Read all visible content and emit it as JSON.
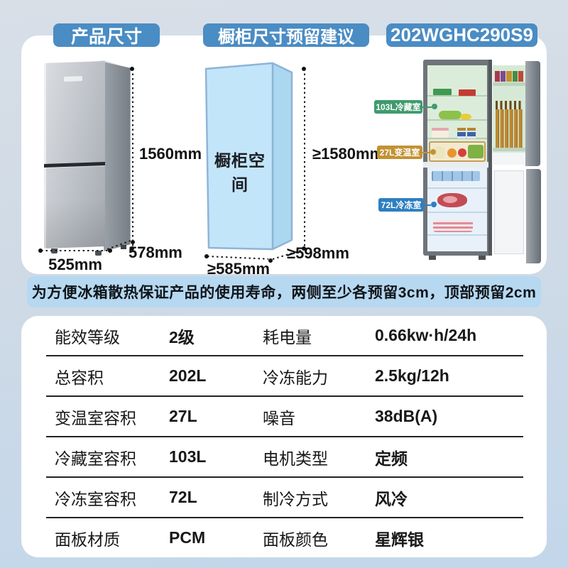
{
  "headers": {
    "product_size": "产品尺寸",
    "cabinet_advice": "橱柜尺寸预留建议",
    "model": "202WGHC290S9",
    "badge_color": "#4a8cc4"
  },
  "product_dims": {
    "height": "1560mm",
    "width": "525mm",
    "depth": "578mm"
  },
  "cabinet": {
    "label": "橱柜空间",
    "height": "≥1580mm",
    "width": "≥585mm",
    "depth": "≥598mm"
  },
  "compartments": [
    {
      "label": "103L冷藏室",
      "color": "#3f9b6e"
    },
    {
      "label": "27L变温室",
      "color": "#c29233"
    },
    {
      "label": "72L冷冻室",
      "color": "#2e7fc0"
    }
  ],
  "note": "为方便冰箱散热保证产品的使用寿命，两侧至少各预留3cm，顶部预留2cm",
  "specs": {
    "rows": [
      {
        "l1": "能效等级",
        "v1": "2级",
        "l2": "耗电量",
        "v2": "0.66kw·h/24h"
      },
      {
        "l1": "总容积",
        "v1": "202L",
        "l2": "冷冻能力",
        "v2": "2.5kg/12h"
      },
      {
        "l1": "变温室容积",
        "v1": "27L",
        "l2": "噪音",
        "v2": "38dB(A)"
      },
      {
        "l1": "冷藏室容积",
        "v1": "103L",
        "l2": "电机类型",
        "v2": "定频"
      },
      {
        "l1": "冷冻室容积",
        "v1": "72L",
        "l2": "制冷方式",
        "v2": "风冷"
      },
      {
        "l1": "面板材质",
        "v1": "PCM",
        "l2": "面板颜色",
        "v2": "星辉银"
      }
    ]
  }
}
